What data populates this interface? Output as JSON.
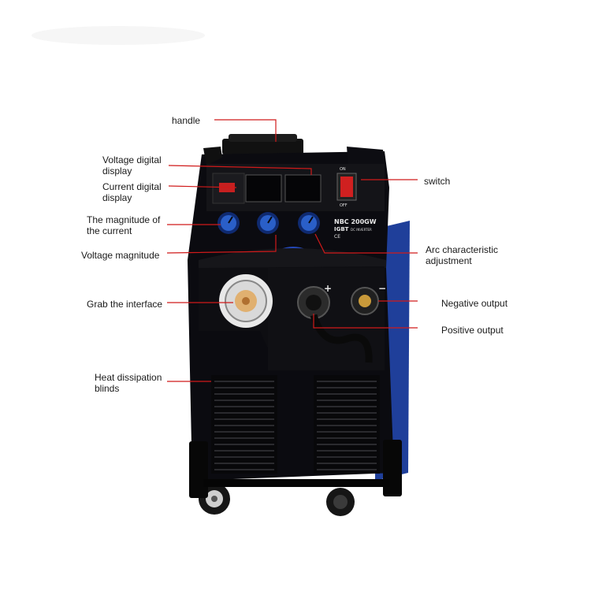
{
  "colors": {
    "leader": "#d01a1a",
    "body": "#0b0b10",
    "blue_side": "#1f3f9a",
    "knob": "#2a5fc8",
    "switch_red": "#d02020"
  },
  "panel": {
    "model": "NBC 200GW",
    "type": "IGBT",
    "subtitle": "DC INVERTER",
    "marks": "CE",
    "switch_on": "ON",
    "switch_off": "OFF",
    "plus": "+",
    "minus": "−"
  },
  "callouts": {
    "handle": [
      "handle"
    ],
    "voltage_display": [
      "Voltage digital",
      "display"
    ],
    "current_display": [
      "Current digital",
      "display"
    ],
    "current_magnitude": [
      "The magnitude of",
      "the current"
    ],
    "voltage_magnitude": [
      "Voltage magnitude"
    ],
    "grab_interface": [
      "Grab the interface"
    ],
    "heat_blinds": [
      "Heat dissipation",
      "blinds"
    ],
    "switch": [
      "switch"
    ],
    "arc_adjust": [
      "Arc characteristic",
      "adjustment"
    ],
    "negative_output": [
      "Negative output"
    ],
    "positive_output": [
      "Positive output"
    ]
  }
}
